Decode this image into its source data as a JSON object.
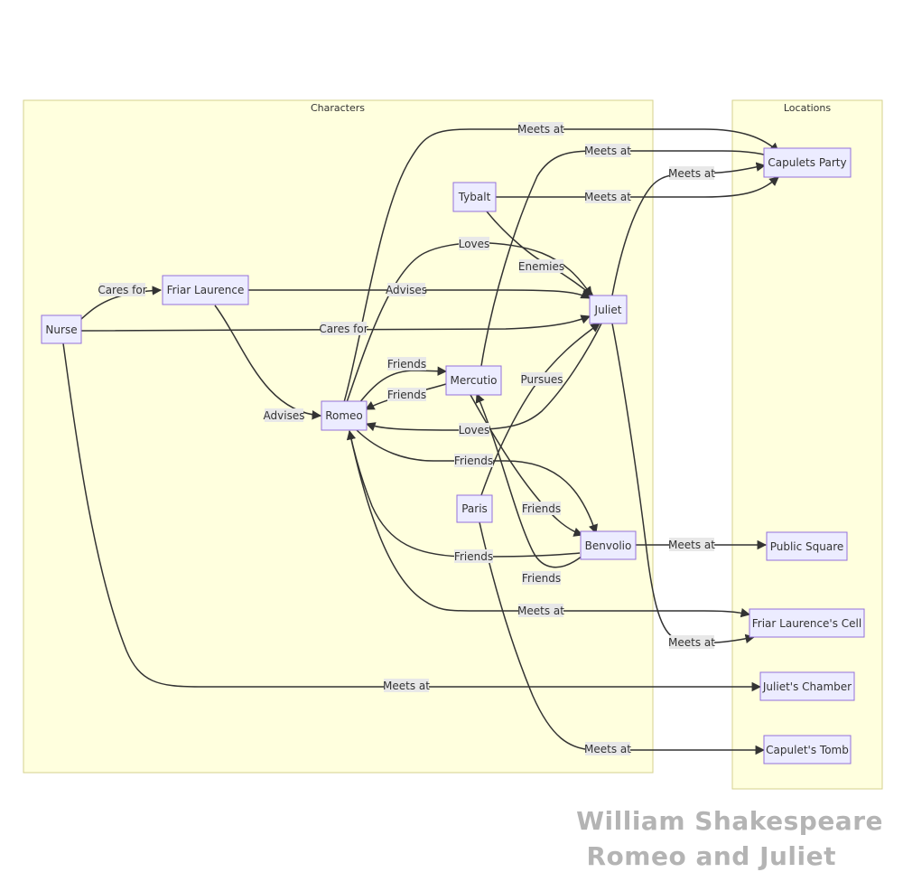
{
  "clusters": {
    "characters": "Characters",
    "locations": "Locations"
  },
  "nodes": {
    "nurse": "Nurse",
    "friar": "Friar Laurence",
    "romeo": "Romeo",
    "tybalt": "Tybalt",
    "juliet": "Juliet",
    "mercutio": "Mercutio",
    "paris": "Paris",
    "benvolio": "Benvolio",
    "capulets_party": "Capulets Party",
    "public_square": "Public Square",
    "friars_cell": "Friar Laurence's Cell",
    "juliets_chamber": "Juliet's Chamber",
    "capulets_tomb": "Capulet's Tomb"
  },
  "edges": {
    "nurse_friar": "Cares for",
    "friar_juliet": "Advises",
    "nurse_juliet": "Cares for",
    "friar_romeo": "Advises",
    "romeo_party": "Meets at",
    "mercutio_party": "Meets at",
    "juliet_party": "Meets at",
    "tybalt_party": "Meets at",
    "romeo_juliet": "Loves",
    "tybalt_juliet": "Enemies",
    "romeo_mercutio": "Friends",
    "mercutio_romeo": "Friends",
    "paris_juliet": "Pursues",
    "juliet_romeo": "Loves",
    "romeo_benvolio": "Friends",
    "mercutio_benvolio": "Friends",
    "benvolio_romeo": "Friends",
    "benvolio_mercutio": "Friends",
    "benvolio_square": "Meets at",
    "romeo_cell": "Meets at",
    "juliet_cell": "Meets at",
    "nurse_chamber": "Meets at",
    "paris_tomb": "Meets at"
  },
  "watermark": {
    "author": "William Shakespeare",
    "work": "Romeo and Juliet"
  }
}
